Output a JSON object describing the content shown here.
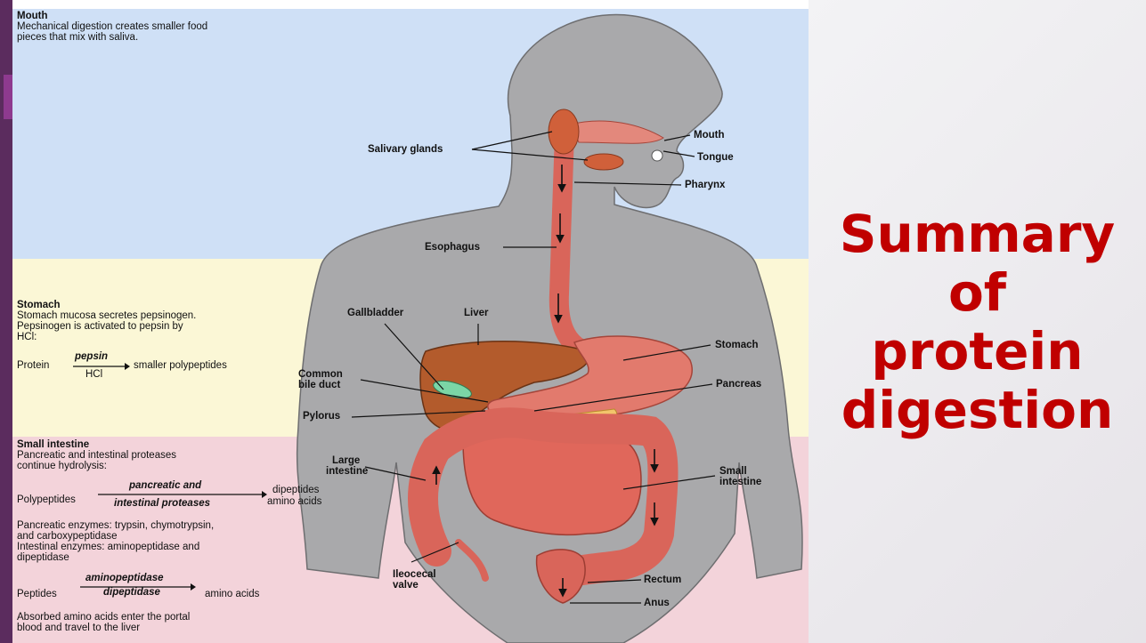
{
  "title": {
    "lines": [
      "Summary",
      "of",
      "protein",
      "digestion"
    ]
  },
  "mouth_section": {
    "heading": "Mouth",
    "lines": [
      "Mechanical digestion creates smaller food",
      "pieces that mix with saliva."
    ]
  },
  "stomach_section": {
    "heading": "Stomach",
    "lines": [
      "Stomach mucosa secretes pepsinogen.",
      "Pepsinogen is activated to pepsin by",
      "HCl:"
    ],
    "reaction": {
      "reactant": "Protein",
      "enzyme_top": "pepsin",
      "enzyme_bottom": "HCl",
      "product": "smaller polypeptides"
    }
  },
  "intestine_section": {
    "heading": "Small intestine",
    "lines": [
      "Pancreatic and intestinal proteases",
      "continue hydrolysis:"
    ],
    "reaction1": {
      "reactant": "Polypeptides",
      "enzyme_top": "pancreatic and",
      "enzyme_bottom": "intestinal proteases",
      "product_1": "dipeptides",
      "product_2": "amino acids"
    },
    "enzymes_lines": [
      "Pancreatic enzymes: trypsin, chymotrypsin,",
      "and carboxypeptidase",
      "Intestinal enzymes: aminopeptidase and",
      "dipeptidase"
    ],
    "reaction2": {
      "reactant": "Peptides",
      "enzyme_top": "aminopeptidase",
      "enzyme_bottom": "dipeptidase",
      "product": "amino acids"
    },
    "absorption_lines": [
      "Absorbed amino acids enter the portal",
      "blood and travel to the liver"
    ]
  },
  "labels": {
    "salivary_glands": "Salivary glands",
    "mouth": "Mouth",
    "tongue": "Tongue",
    "pharynx": "Pharynx",
    "esophagus": "Esophagus",
    "gallbladder": "Gallbladder",
    "liver": "Liver",
    "stomach": "Stomach",
    "common_bile_duct": [
      "Common",
      "bile duct"
    ],
    "pancreas": "Pancreas",
    "pylorus": "Pylorus",
    "large_intestine": [
      "Large",
      "intestine"
    ],
    "small_intestine": [
      "Small",
      "intestine"
    ],
    "ileocecal_valve": [
      "Ileocecal",
      "valve"
    ],
    "rectum": "Rectum",
    "anus": "Anus"
  },
  "colors": {
    "title": "#c00000",
    "mouth_band": "#cfe0f6",
    "stomach_band": "#fbf7d6",
    "intestine_band": "#f3d3da",
    "body": "#a7a7a9",
    "organ": "#d9655a",
    "liver": "#b0582a"
  }
}
